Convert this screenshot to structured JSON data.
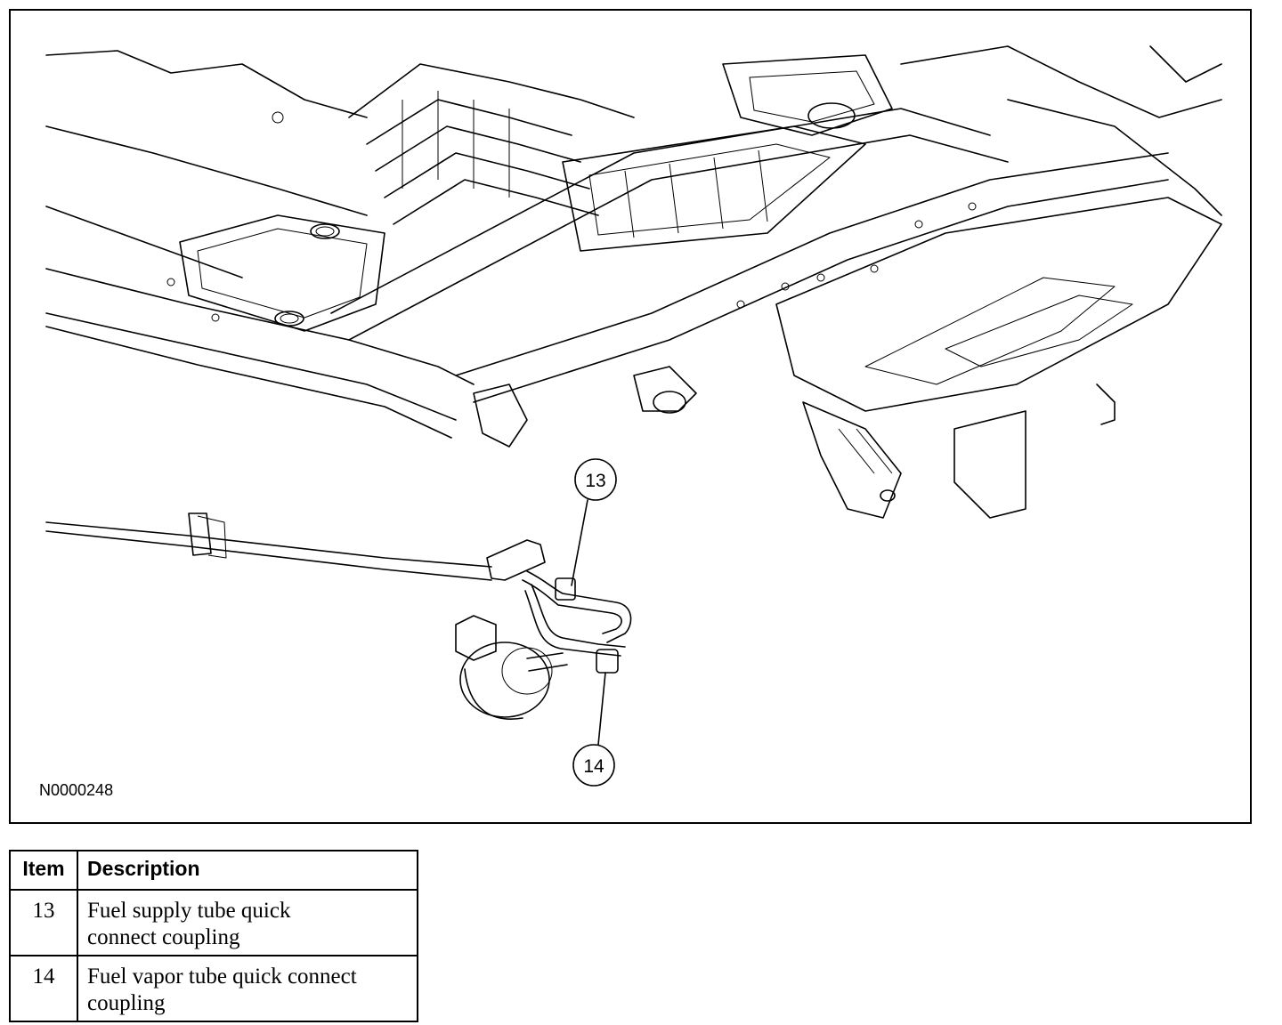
{
  "figure": {
    "id": "N0000248",
    "callouts": [
      {
        "number": "13"
      },
      {
        "number": "14"
      }
    ]
  },
  "legend": {
    "headers": {
      "item": "Item",
      "description": "Description"
    },
    "rows": [
      {
        "item": "13",
        "description_line1": "Fuel supply tube quick",
        "description_line2": "connect coupling"
      },
      {
        "item": "14",
        "description_line1": "Fuel vapor tube quick connect",
        "description_line2": "coupling"
      }
    ]
  }
}
